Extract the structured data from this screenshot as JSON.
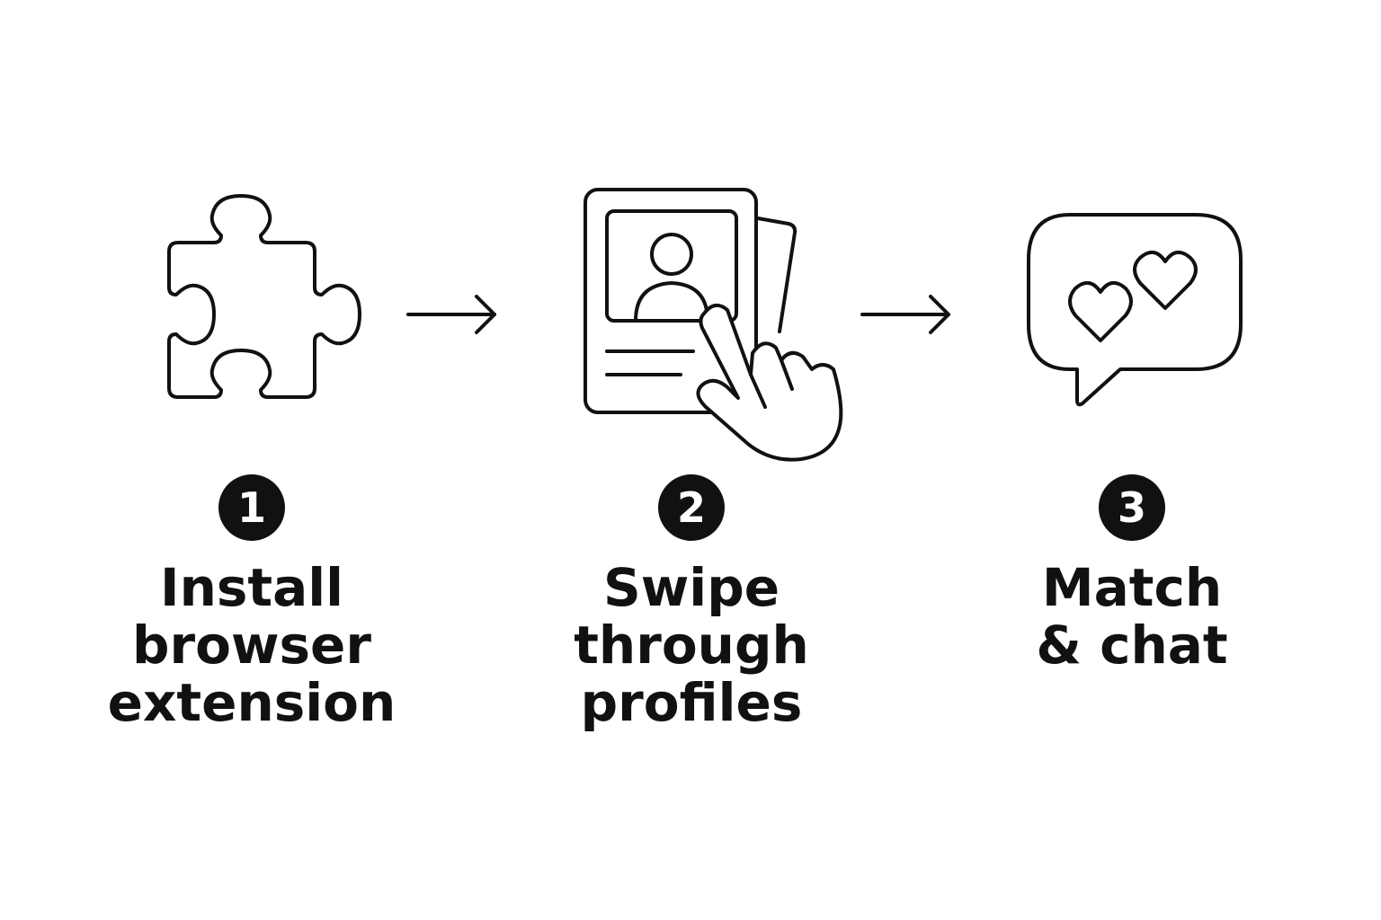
{
  "steps": [
    {
      "number": "1",
      "icon": "puzzle-piece-icon",
      "label_lines": [
        "Install",
        "browser",
        "extension"
      ]
    },
    {
      "number": "2",
      "icon": "profile-card-swipe-icon",
      "label_lines": [
        "Swipe",
        "through",
        "profiles"
      ]
    },
    {
      "number": "3",
      "icon": "chat-bubble-hearts-icon",
      "label_lines": [
        "Match",
        "& chat"
      ]
    }
  ],
  "connectors": [
    "arrow-right-icon",
    "arrow-right-icon"
  ],
  "colors": {
    "ink": "#111111",
    "background": "#ffffff",
    "badge_text": "#ffffff"
  }
}
